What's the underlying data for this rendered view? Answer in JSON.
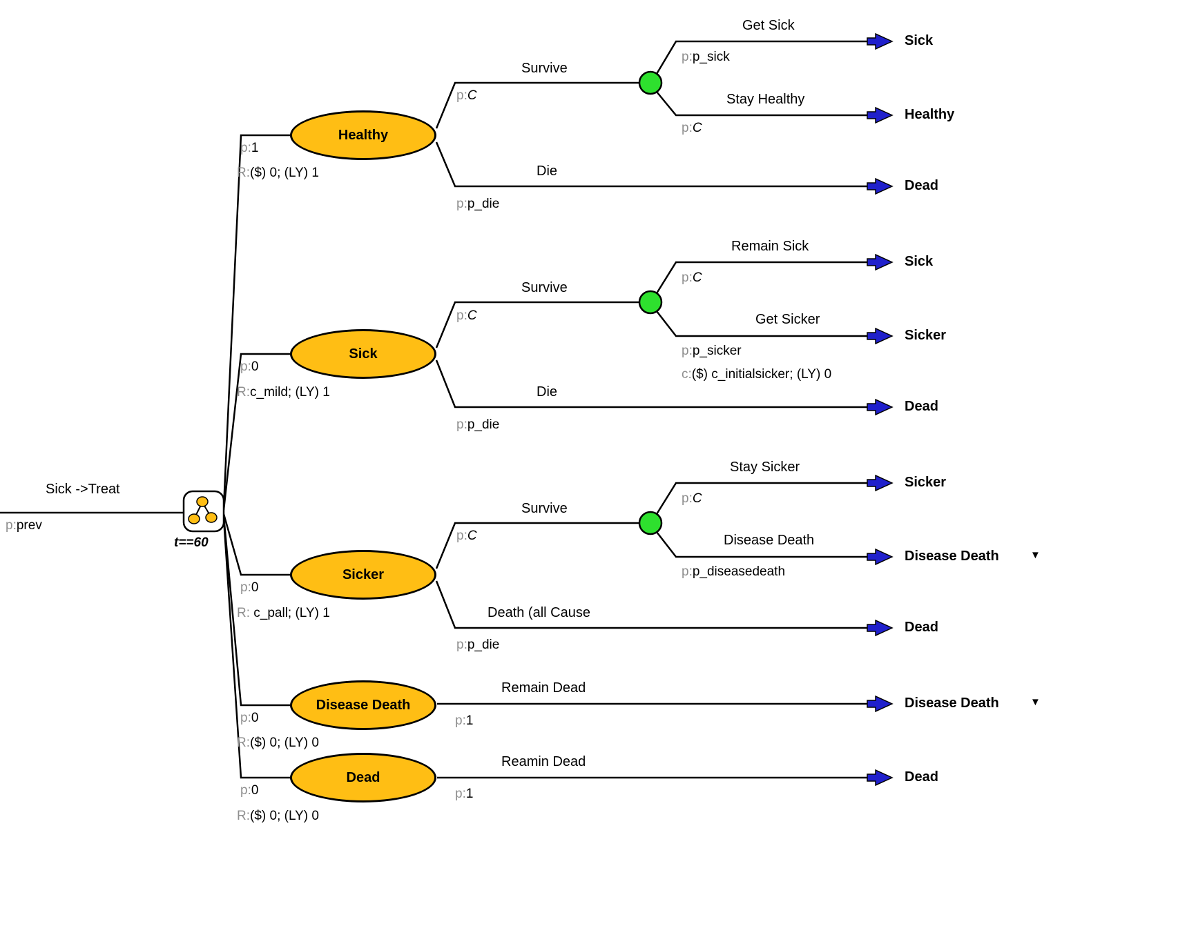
{
  "colors": {
    "state_fill": "#FFBE14",
    "chance_fill": "#2EE02E",
    "terminal_arrow": "#2020CC",
    "label_gray": "#8f8f8f"
  },
  "icons": {
    "collapsed_subtree": "▼"
  },
  "root": {
    "branch_label": "Sick ->Treat",
    "prob_prefix": "p:",
    "prob_value": "prev",
    "condition": "t==60"
  },
  "states": [
    {
      "name": "Healthy",
      "prob_prefix": "p:",
      "prob_value": "1",
      "reward_prefix": "R:",
      "reward_value": "($) 0; (LY) 1",
      "branches": [
        {
          "label": "Survive",
          "prob_prefix": "p:",
          "prob_value": "C",
          "children": [
            {
              "label": "Get Sick",
              "prob_prefix": "p:",
              "prob_value": "p_sick",
              "terminal": "Sick"
            },
            {
              "label": "Stay Healthy",
              "prob_prefix": "p:",
              "prob_value": "C",
              "terminal": "Healthy"
            }
          ]
        },
        {
          "label": "Die",
          "prob_prefix": "p:",
          "prob_value": "p_die",
          "terminal": "Dead"
        }
      ]
    },
    {
      "name": "Sick",
      "prob_prefix": "p:",
      "prob_value": "0",
      "reward_prefix": "R:",
      "reward_value": "c_mild; (LY) 1",
      "branches": [
        {
          "label": "Survive",
          "prob_prefix": "p:",
          "prob_value": "C",
          "children": [
            {
              "label": "Remain Sick",
              "prob_prefix": "p:",
              "prob_value": "C",
              "terminal": "Sick"
            },
            {
              "label": "Get Sicker",
              "prob_prefix": "p:",
              "prob_value": "p_sicker",
              "cost_prefix": "c:",
              "cost_value": "($) c_initialsicker; (LY) 0",
              "terminal": "Sicker"
            }
          ]
        },
        {
          "label": "Die",
          "prob_prefix": "p:",
          "prob_value": "p_die",
          "terminal": "Dead"
        }
      ]
    },
    {
      "name": "Sicker",
      "prob_prefix": "p:",
      "prob_value": "0",
      "reward_prefix": "R:",
      "reward_value": " c_pall; (LY) 1",
      "branches": [
        {
          "label": "Survive",
          "prob_prefix": "p:",
          "prob_value": "C",
          "children": [
            {
              "label": "Stay Sicker",
              "prob_prefix": "p:",
              "prob_value": "C",
              "terminal": "Sicker"
            },
            {
              "label": "Disease Death",
              "prob_prefix": "p:",
              "prob_value": "p_diseasedeath",
              "terminal": "Disease Death",
              "collapsed": true
            }
          ]
        },
        {
          "label": "Death (all Cause",
          "prob_prefix": "p:",
          "prob_value": "p_die",
          "terminal": "Dead"
        }
      ]
    },
    {
      "name": "Disease Death",
      "prob_prefix": "p:",
      "prob_value": "0",
      "reward_prefix": "R:",
      "reward_value": "($) 0; (LY) 0",
      "branches": [
        {
          "label": "Remain Dead",
          "prob_prefix": "p:",
          "prob_value": "1",
          "terminal": "Disease Death",
          "collapsed": true
        }
      ]
    },
    {
      "name": "Dead",
      "prob_prefix": "p:",
      "prob_value": "0",
      "reward_prefix": "R:",
      "reward_value": "($) 0; (LY) 0",
      "branches": [
        {
          "label": "Reamin Dead",
          "prob_prefix": "p:",
          "prob_value": "1",
          "terminal": "Dead"
        }
      ]
    }
  ]
}
